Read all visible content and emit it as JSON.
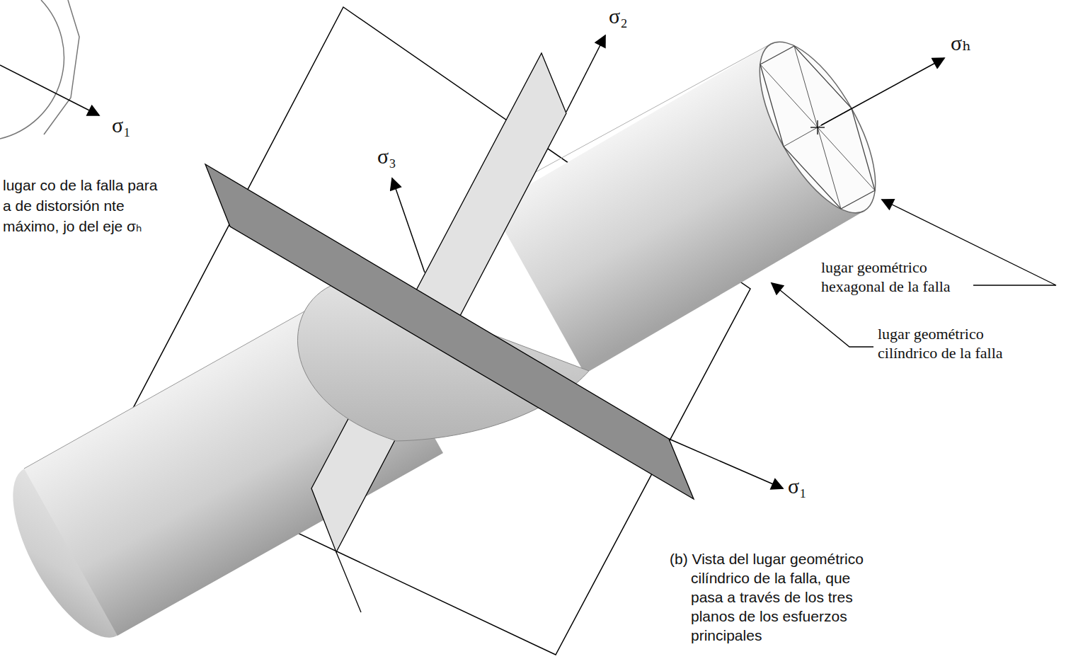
{
  "diagram": {
    "caption": "(b) Vista del lugar geométrico cilíndrico de la falla, que pasa a través de los tres planos de los esfuerzos principales",
    "labels": [
      "σ₁",
      "lugar co de la falla para a de distorsión nte máximo, jo del eje σₕ",
      "σ₂",
      "σ₃",
      "σₕ",
      "lugar geométrico hexagonal de la falla",
      "lugar geométrico cilíndrico de la falla",
      "σ₁"
    ]
  }
}
